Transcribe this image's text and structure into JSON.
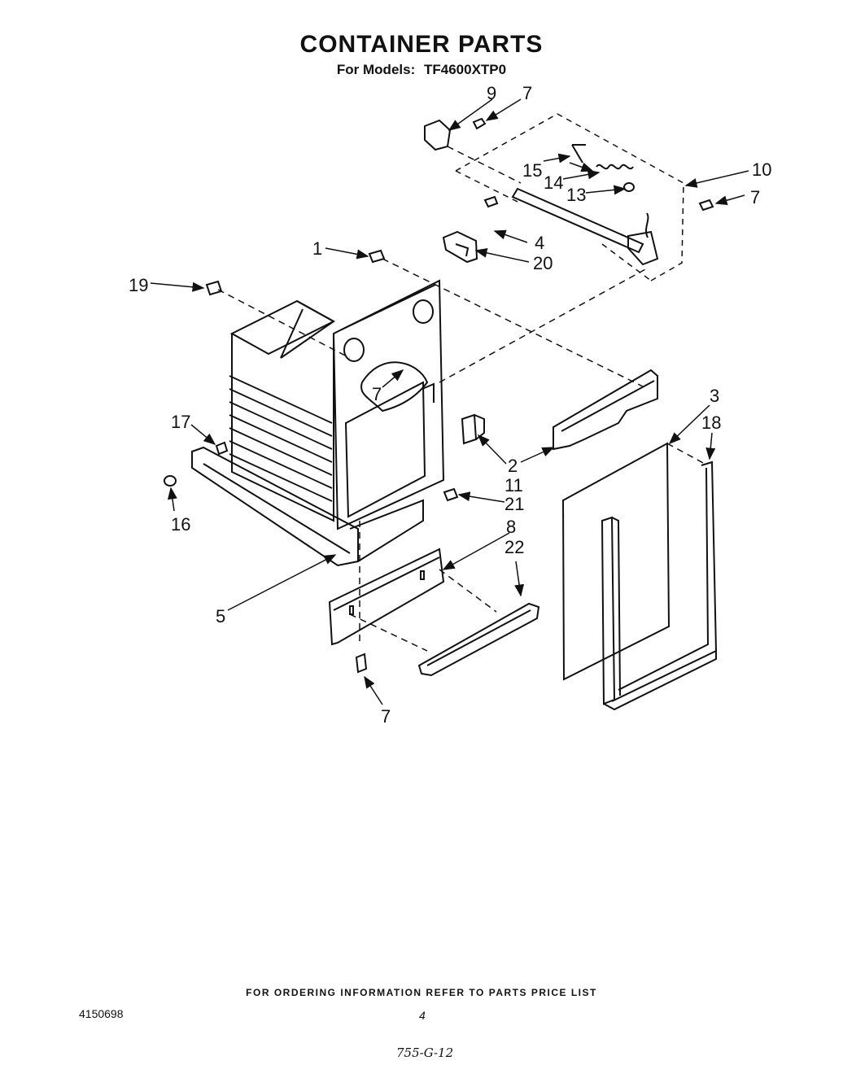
{
  "header": {
    "title": "CONTAINER PARTS",
    "models_label": "For Models:",
    "models_value": "TF4600XTP0"
  },
  "callouts": {
    "c1": "1",
    "c2": "2",
    "c3": "3",
    "c4": "4",
    "c5": "5",
    "c7_top": "7",
    "c7_right": "7",
    "c7_center": "7",
    "c7_bottom": "7",
    "c8": "8",
    "c9": "9",
    "c10": "10",
    "c11": "11",
    "c13": "13",
    "c14": "14",
    "c15": "15",
    "c16": "16",
    "c17": "17",
    "c18": "18",
    "c19": "19",
    "c20": "20",
    "c21": "21",
    "c22": "22"
  },
  "footer": {
    "note": "FOR ORDERING INFORMATION REFER TO PARTS PRICE LIST",
    "part_number": "4150698",
    "page": "4",
    "handwritten": "755-G-12"
  }
}
